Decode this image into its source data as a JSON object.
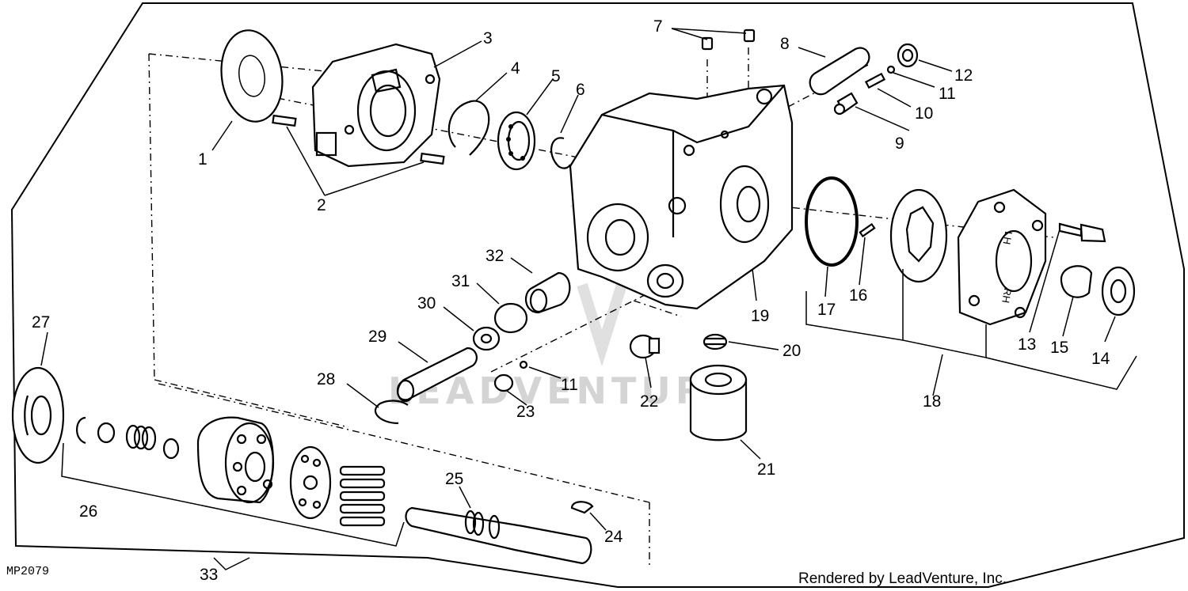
{
  "diagram": {
    "figure_id": "MP2079",
    "credit": "Rendered by LeadVenture, Inc.",
    "watermark": "LEADVENTURE",
    "callouts": {
      "c1": "1",
      "c2": "2",
      "c3": "3",
      "c4": "4",
      "c5": "5",
      "c6": "6",
      "c7": "7",
      "c8": "8",
      "c9": "9",
      "c10": "10",
      "c11a": "11",
      "c11b": "11",
      "c12": "12",
      "c13": "13",
      "c14": "14",
      "c15": "15",
      "c16": "16",
      "c17": "17",
      "c18": "18",
      "c19": "19",
      "c20": "20",
      "c21": "21",
      "c22": "22",
      "c23": "23",
      "c24": "24",
      "c25": "25",
      "c26": "26",
      "c27": "27",
      "c28": "28",
      "c29": "29",
      "c30": "30",
      "c31": "31",
      "c32": "32",
      "c33": "33"
    },
    "cover_labels": {
      "lh": "LH",
      "rh": "RH"
    }
  }
}
